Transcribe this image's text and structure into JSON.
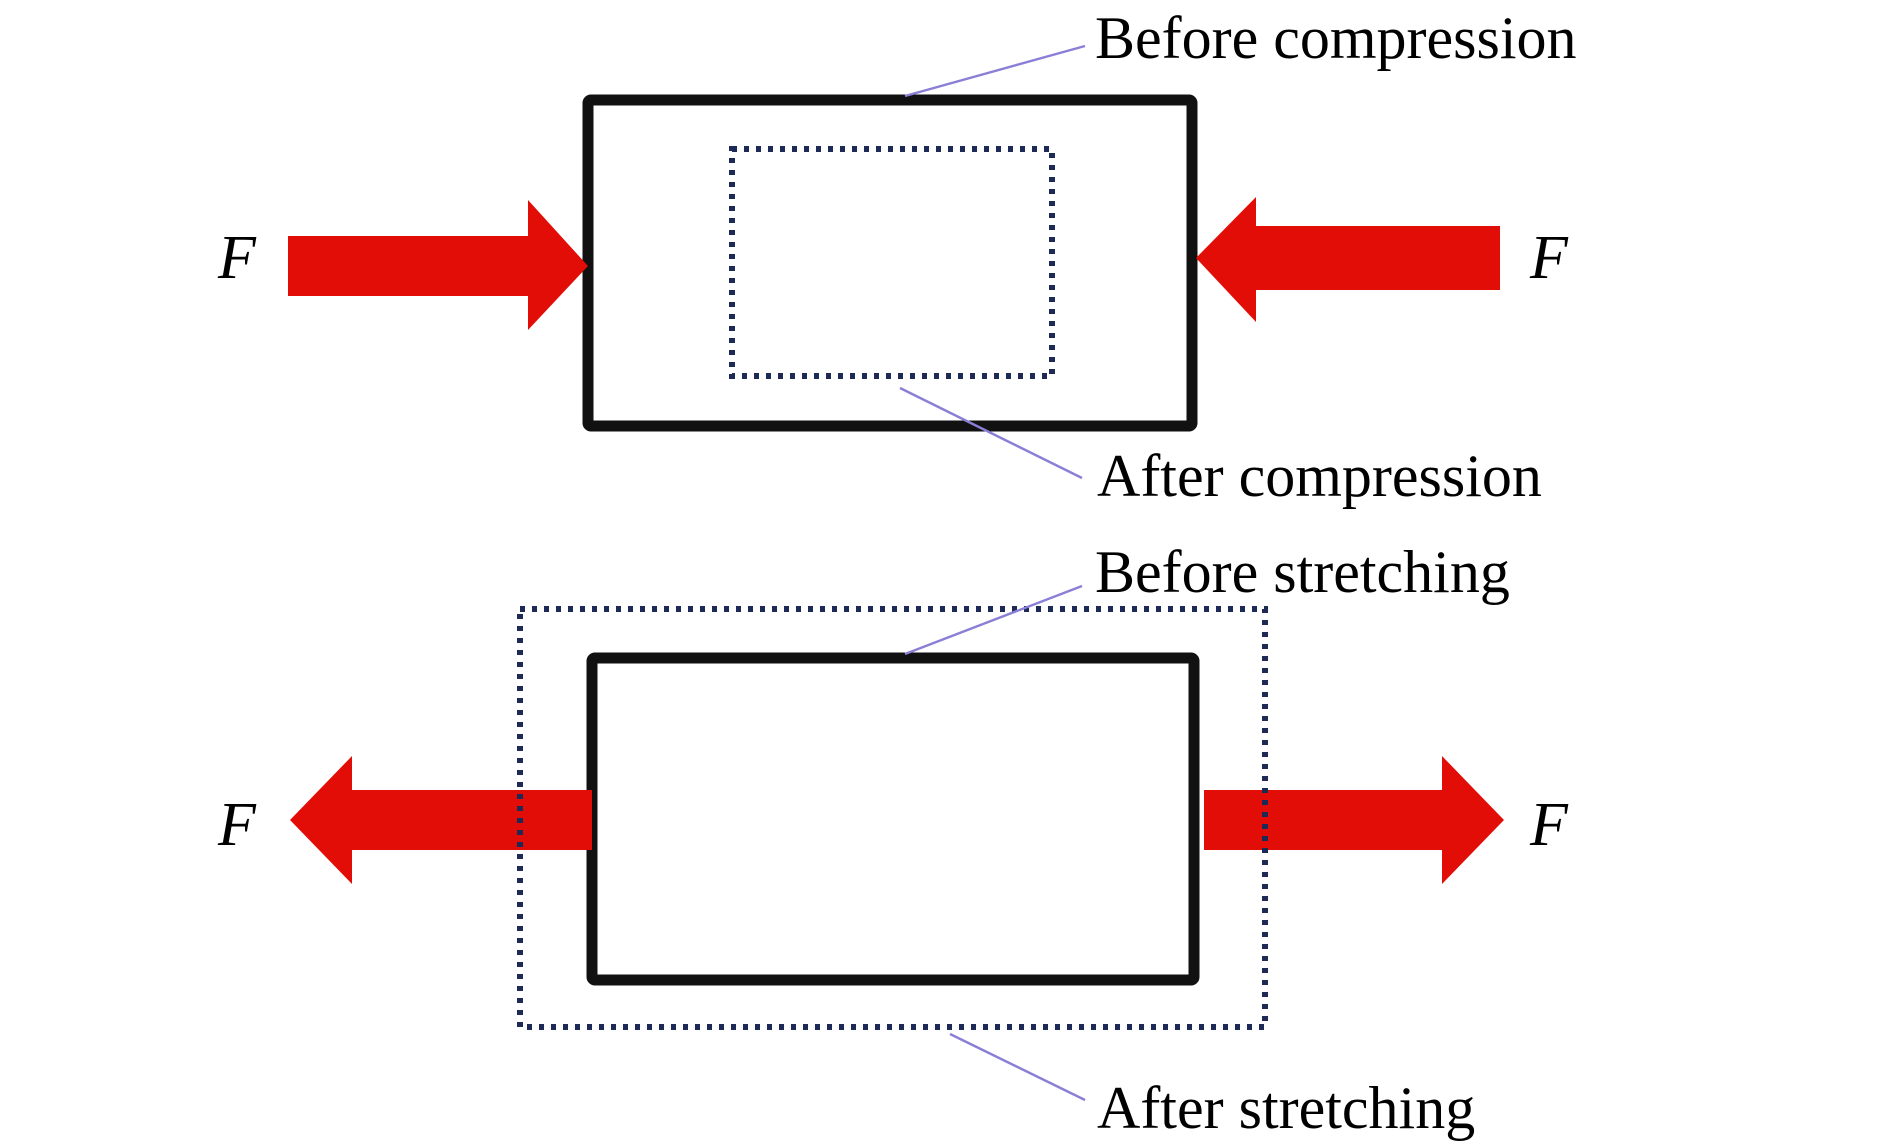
{
  "compression": {
    "before_label": "Before compression",
    "after_label": "After compression",
    "left_force": "F",
    "right_force": "F"
  },
  "stretching": {
    "before_label": "Before stretching",
    "after_label": "After stretching",
    "left_force": "F",
    "right_force": "F"
  },
  "colors": {
    "arrow": "#e20d06",
    "solid_outline": "#111111",
    "dotted_outline": "#1c2a55",
    "leader_line": "#8a7fd6"
  },
  "icons": {
    "force_arrow": "block-arrow",
    "solid_rect": "rectangle-solid",
    "dotted_rect": "rectangle-dotted"
  }
}
